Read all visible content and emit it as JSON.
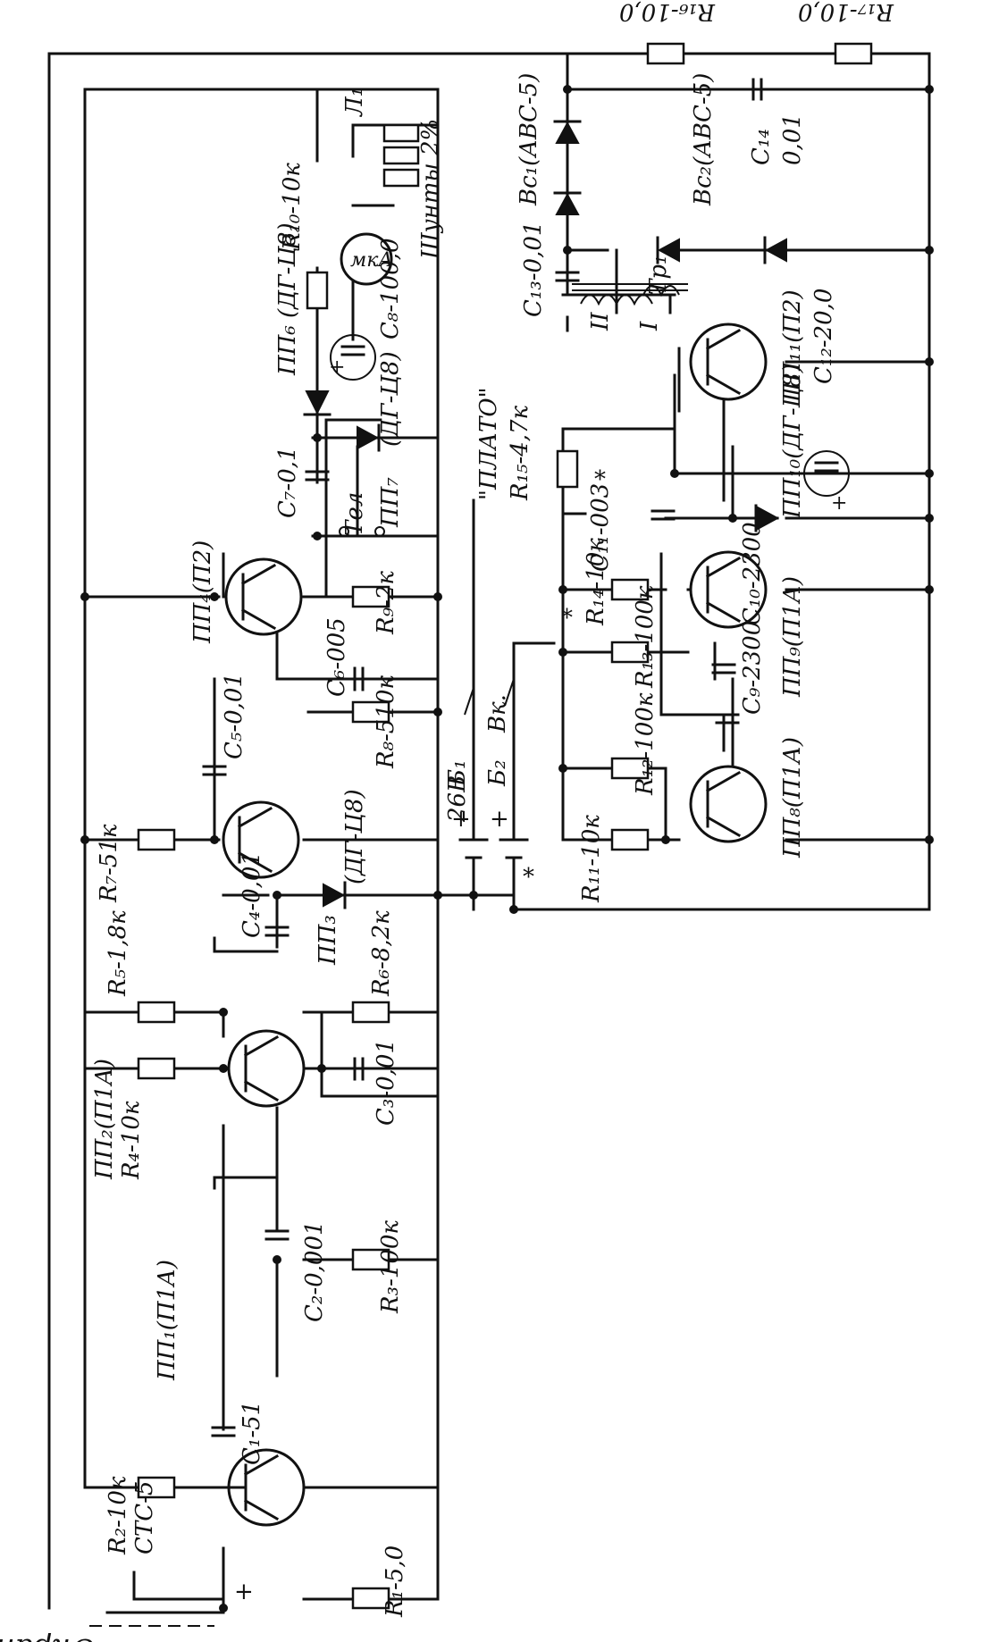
{
  "labels": {
    "ekran": "Экран",
    "sts": "СТС-5",
    "c1": "C₁-51",
    "r1": "R₁-5,0",
    "r2": "R₂-10к",
    "pp1": "ПП₁(П1А)",
    "c2": "C₂-0,001",
    "r3": "R₃-100к",
    "r4": "R₄-10к",
    "pp2": "ПП₂(П1А)",
    "c3": "C₃-0,01",
    "r5": "R₅-1,8к",
    "r6": "R₆-8,2к",
    "c4": "C₄-0,01",
    "pp3": "ПП₃",
    "dg3": "(ДГ-Ц8)",
    "r7": "R₇-51к",
    "c5": "C₅-0,01",
    "r8": "R₈-510к",
    "c6": "C₆-005",
    "pp4": "ПП₄(П2)",
    "r9": "R₉-2к",
    "c7": "C₇-0,1",
    "pp6": "ПП₆ (ДГ-Ц8)",
    "r10": "R₁₀-10к",
    "l1": "Л₁",
    "mka": "мкА",
    "c8": "C₈-100,0",
    "shunt": "Шунты 2%",
    "pp7": "ПП₇",
    "dg7": "(ДГ-Ц8)",
    "tel": "Тел",
    "b1": "Б₁",
    "v26": "26В",
    "b2": "Б₂",
    "vk": "Вк.",
    "plato": "\"ПЛАТО\"",
    "r15": "R₁₅-4,7к",
    "r11": "R₁₁-10к",
    "r12": "R₁₂-100к",
    "r13": "R₁₃-100к",
    "r14": "R₁₄-10к",
    "c9": "C₉-2300",
    "c10": "C₁₀-2300",
    "c11": "C₁₁-003",
    "pp8": "ПП₈(П1А)",
    "pp9": "ПП₉(П1А)",
    "pp10": "ПП₁₀(ДГ-Ц8)",
    "pp11": "ПП₁₁(П2)",
    "c12": "C₁₂-20,0",
    "tr1": "Тр₁",
    "w1": "I",
    "w2": "II",
    "c13": "C₁₃-0,01",
    "vs1": "Вс₁(АВС-5)",
    "vs2": "Вс₂(АВС-5)",
    "c14": "C₁₄",
    "c14v": "0,01",
    "r16": "R₁₆-10,0",
    "r17": "R₁₇-10,0",
    "plus": "+",
    "star": "*"
  }
}
